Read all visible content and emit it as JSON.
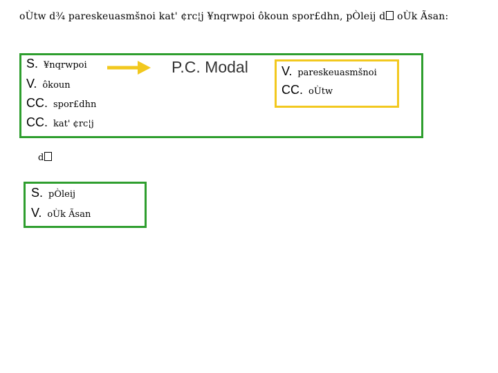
{
  "header": {
    "sentence_start": "oÙtw d¾ pareskeuasmšnoi kat' ¢rc¦j ¥nqrwpoi ôkoun spor£dhn, pÒleij d",
    "sentence_end": "oÙk Ãsan:"
  },
  "main_box": {
    "rows": [
      {
        "tag": "S.",
        "value": "¥nqrwpoi"
      },
      {
        "tag": "V.",
        "value": "ôkoun"
      },
      {
        "tag": "CC.",
        "value": "spor£dhn"
      },
      {
        "tag": "CC.",
        "value": "kat' ¢rc¦j"
      }
    ]
  },
  "modal_label": "P.C. Modal",
  "modal_box": {
    "rows": [
      {
        "tag": "V.",
        "value": "pareskeuasmšnoi"
      },
      {
        "tag": "CC.",
        "value": "oÙtw"
      }
    ]
  },
  "connector": "d",
  "second_box": {
    "rows": [
      {
        "tag": "S.",
        "value": "pÒleij"
      },
      {
        "tag": "V.",
        "value": "oÙk Ãsan"
      }
    ]
  },
  "colors": {
    "box_green": "#2e9e2e",
    "box_yellow": "#f2c81e",
    "arrow_yellow": "#f2c81e"
  }
}
